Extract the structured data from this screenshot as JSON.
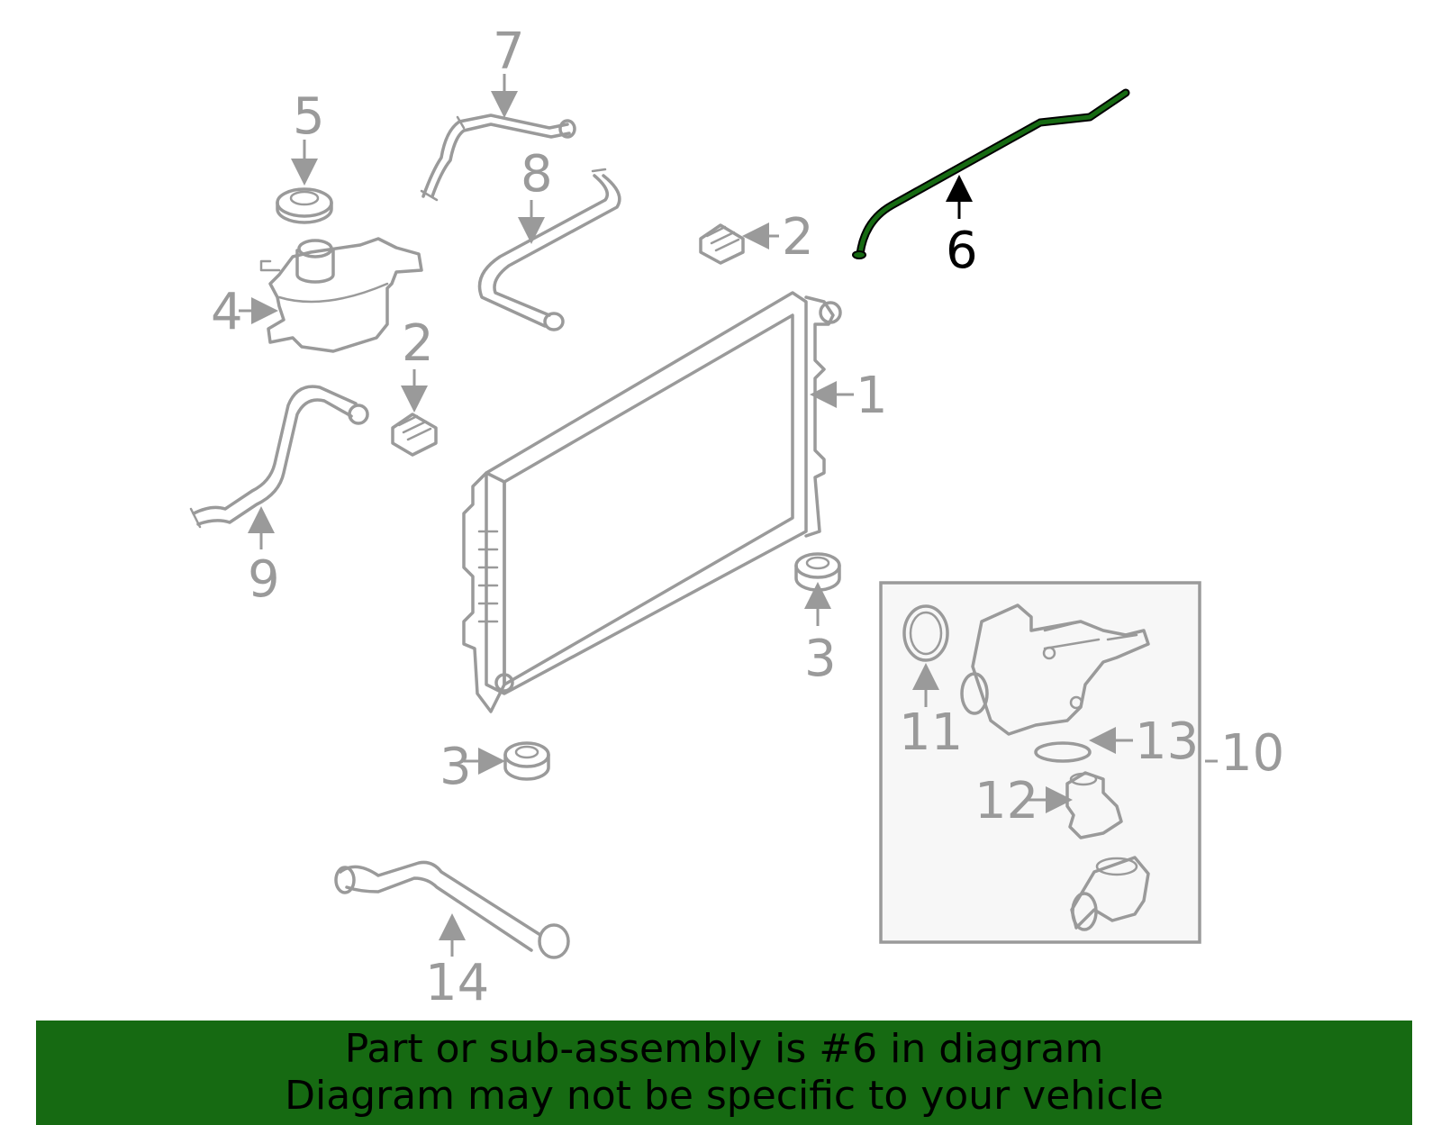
{
  "diagram": {
    "callouts": {
      "c1": "1",
      "c2a": "2",
      "c2b": "2",
      "c3a": "3",
      "c3b": "3",
      "c4": "4",
      "c5": "5",
      "c6": "6",
      "c7": "7",
      "c8": "8",
      "c9": "9",
      "c10": "10",
      "c11": "11",
      "c12": "12",
      "c13": "13",
      "c14": "14"
    },
    "highlight_part": "6",
    "colors": {
      "part_stroke": "#9a9a9a",
      "highlight_fill": "#166a12",
      "highlight_outline": "#000000",
      "inset_background": "#f7f7f7",
      "banner_background": "#166a12"
    }
  },
  "banner": {
    "line1": "Part or sub-assembly is #6 in diagram",
    "line2": "Diagram may not be specific to your vehicle"
  }
}
